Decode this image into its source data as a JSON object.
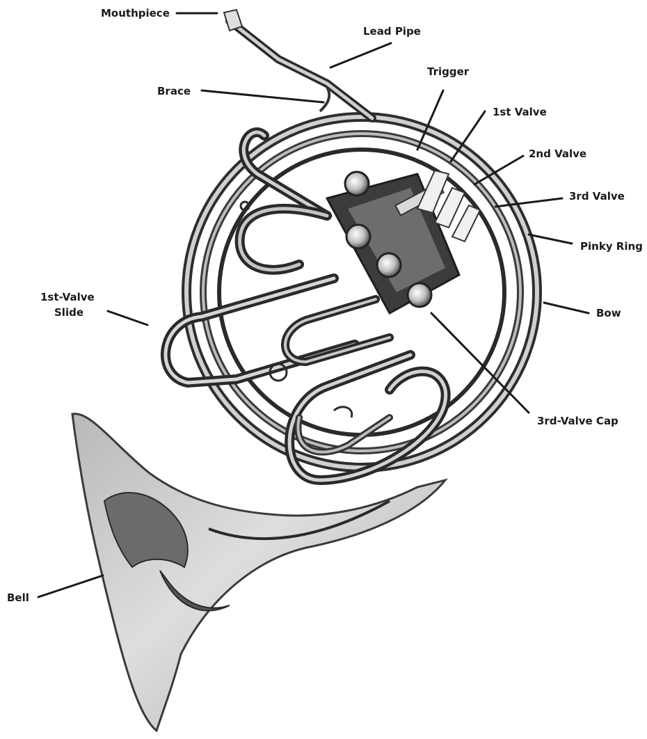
{
  "labels": {
    "mouthpiece": "Mouthpiece",
    "lead_pipe": "Lead Pipe",
    "brace": "Brace",
    "trigger": "Trigger",
    "valve_1": "1st Valve",
    "valve_2": "2nd Valve",
    "valve_3": "3rd Valve",
    "pinky_ring": "Pinky Ring",
    "valve_slide_1_line1": "1st-Valve",
    "valve_slide_1_line2": "Slide",
    "bow": "Bow",
    "valve_cap_3": "3rd-Valve Cap",
    "bell": "Bell"
  },
  "colors": {
    "ink": "#1a1a1a",
    "metal_dark": "#3a3a3a",
    "metal_mid": "#8a8a8a",
    "metal_light": "#d9d9d9",
    "bell_fill": "#c9c9c9"
  }
}
